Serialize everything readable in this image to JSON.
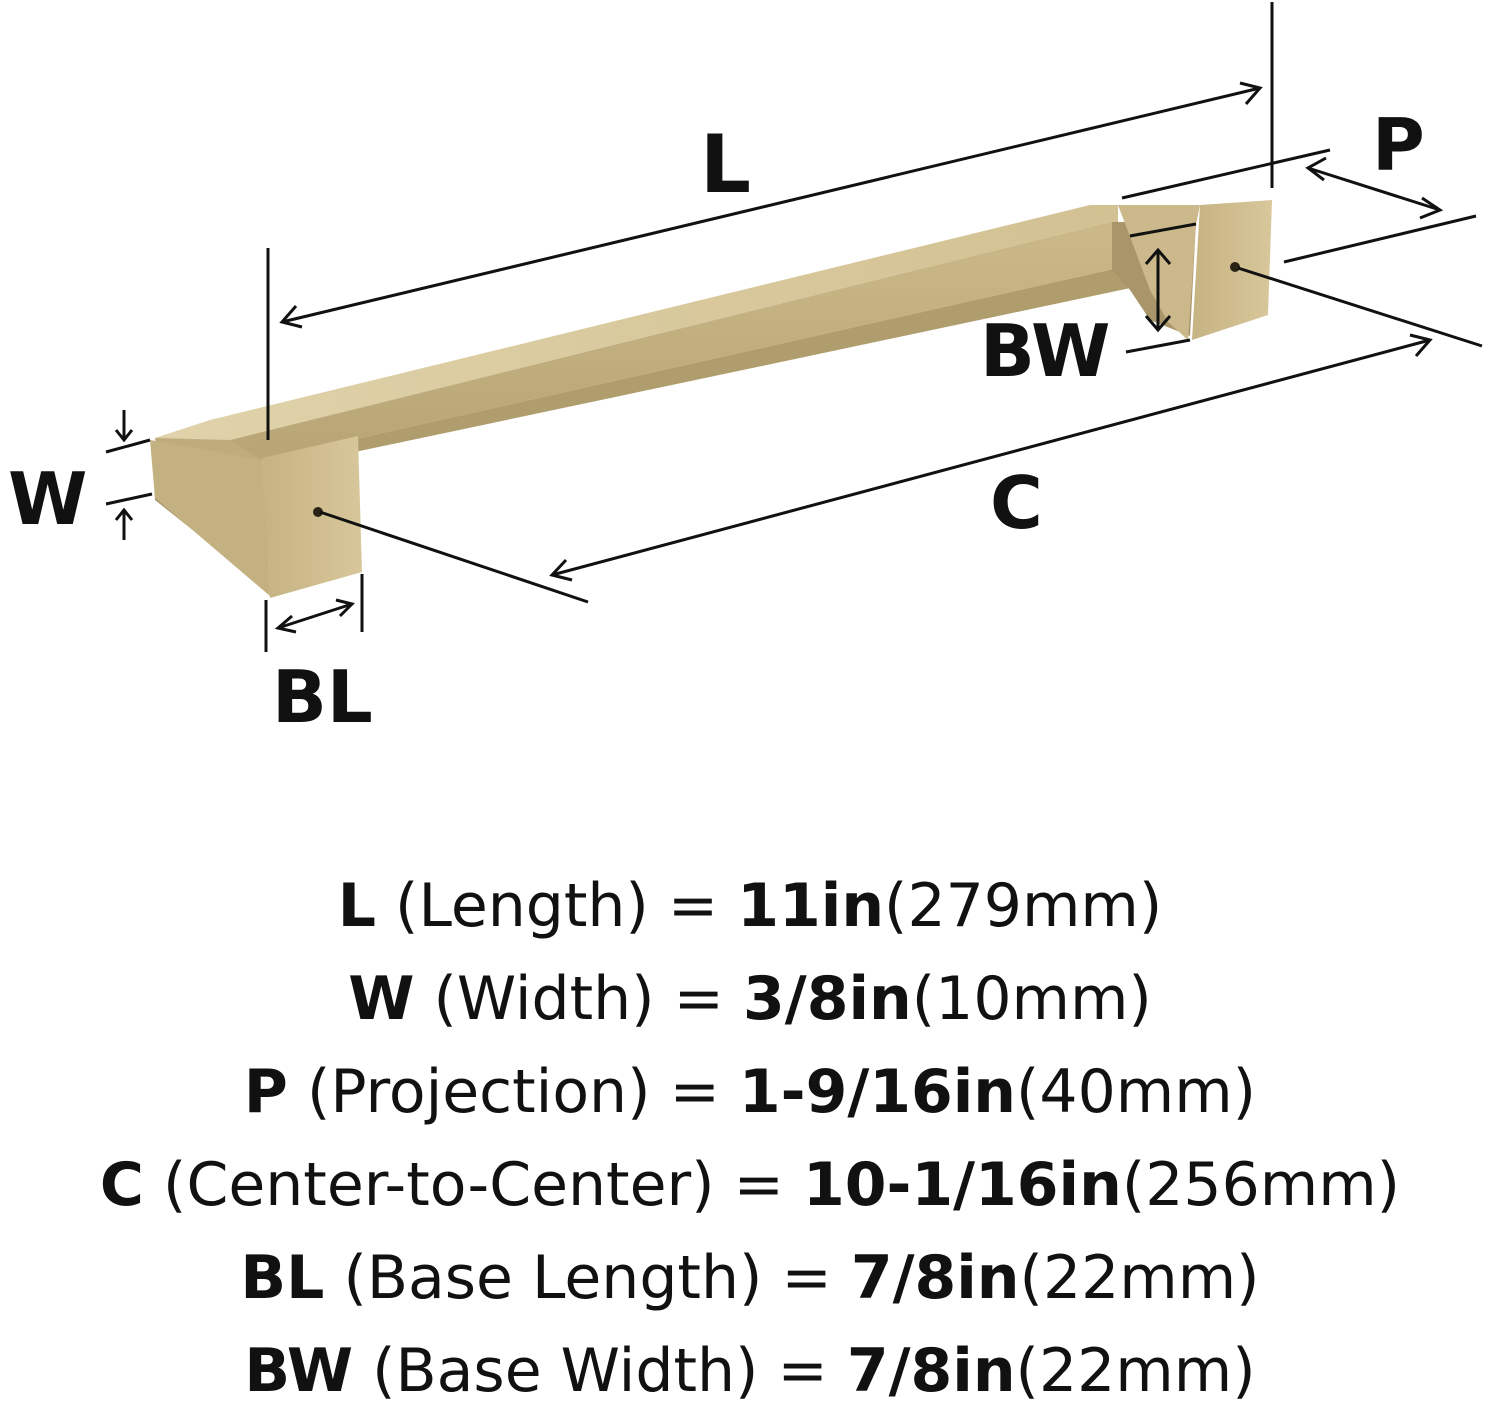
{
  "diagram": {
    "labels": {
      "L": "L",
      "P": "P",
      "BW": "BW",
      "W": "W",
      "C": "C",
      "BL": "BL"
    },
    "colors": {
      "finish_light": "#d9c9a0",
      "finish_mid": "#c8b686",
      "finish_dark": "#a89466",
      "finish_shadow": "#8f7d53",
      "lines": "#111111"
    }
  },
  "specs": [
    {
      "code": "L",
      "desc": "(Length)",
      "eq": "=",
      "imperial": "11in",
      "metric": "(279mm)"
    },
    {
      "code": "W",
      "desc": "(Width)",
      "eq": "=",
      "imperial": "3/8in",
      "metric": "(10mm)"
    },
    {
      "code": "P",
      "desc": "(Projection)",
      "eq": "=",
      "imperial": "1-9/16in",
      "metric": "(40mm)"
    },
    {
      "code": "C",
      "desc": "(Center-to-Center)",
      "eq": "=",
      "imperial": "10-1/16in",
      "metric": "(256mm)"
    },
    {
      "code": "BL",
      "desc": "(Base Length)",
      "eq": "=",
      "imperial": "7/8in",
      "metric": "(22mm)"
    },
    {
      "code": "BW",
      "desc": "(Base Width)",
      "eq": "=",
      "imperial": "7/8in",
      "metric": "(22mm)"
    }
  ]
}
